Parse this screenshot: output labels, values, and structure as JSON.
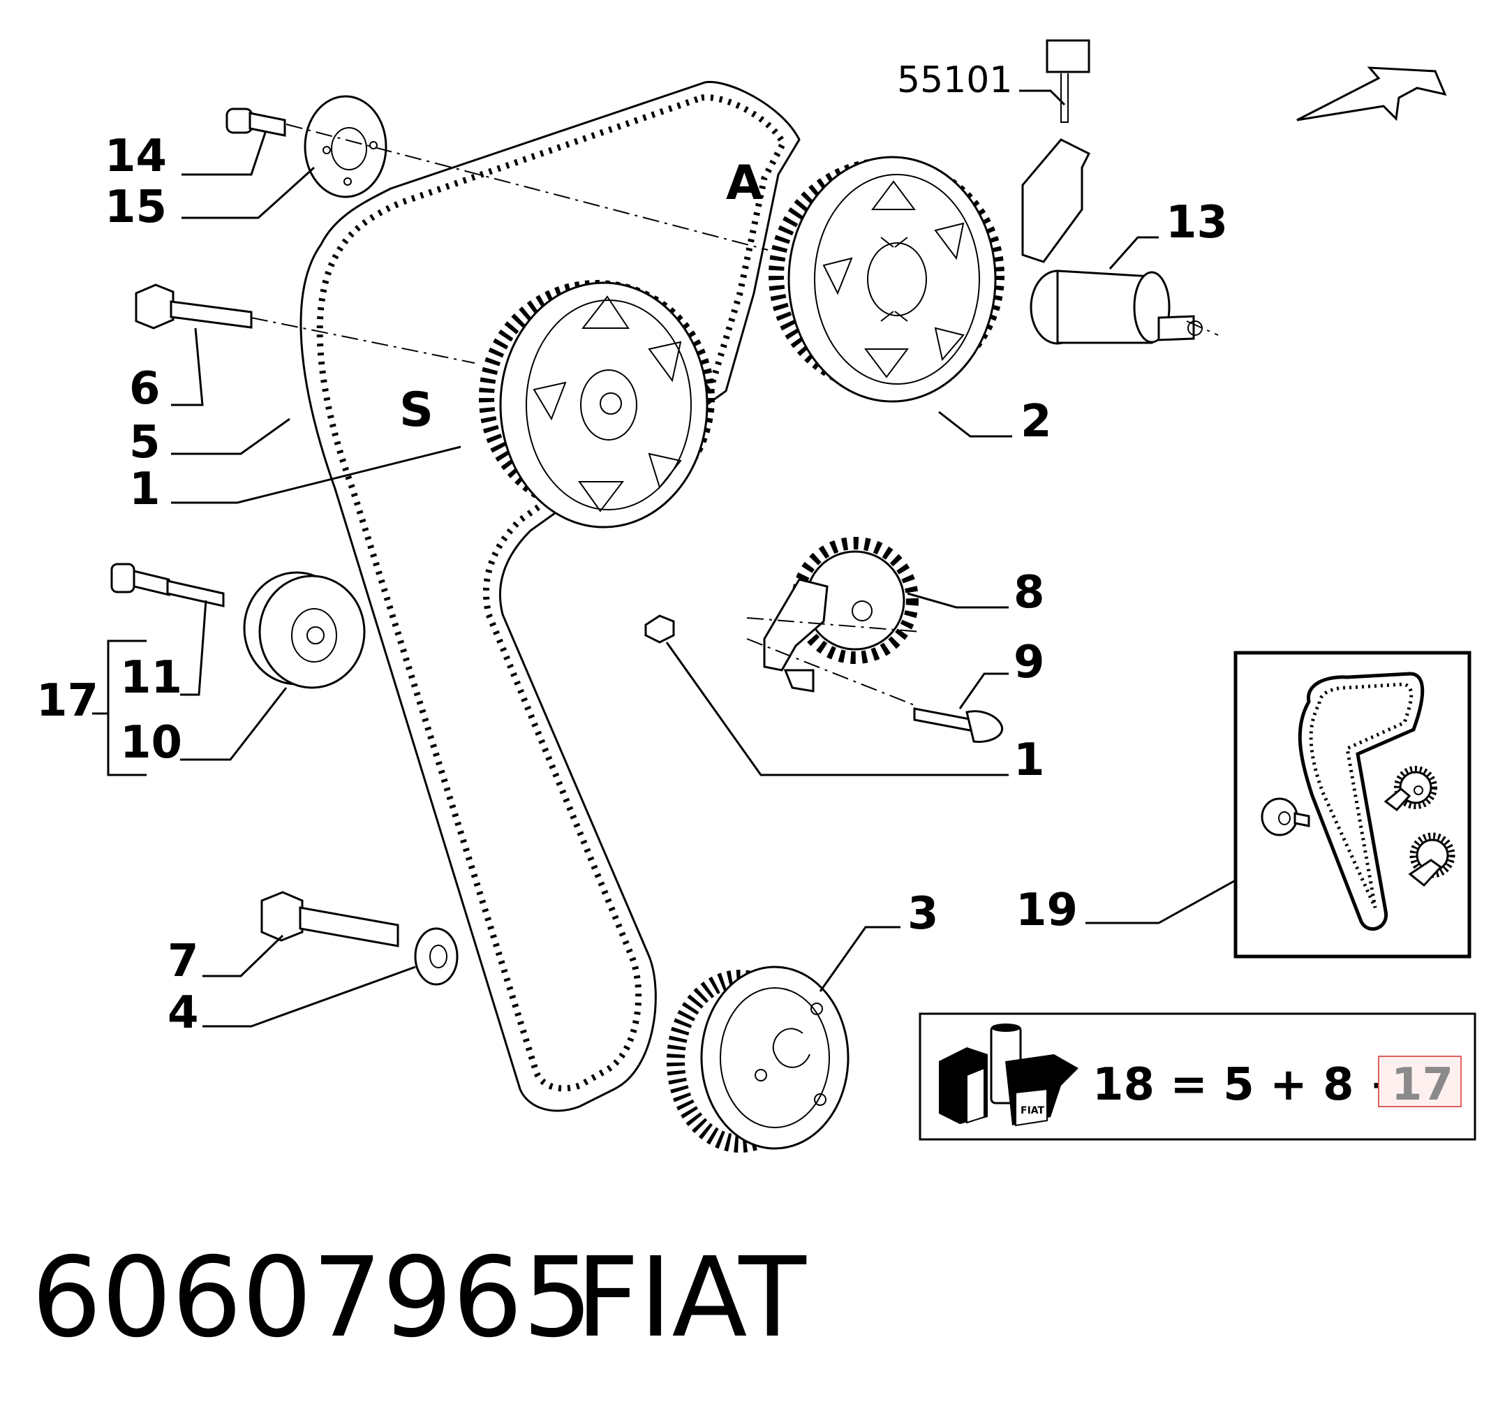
{
  "callouts": {
    "c55101": "55101",
    "c14": "14",
    "c15": "15",
    "c6": "6",
    "c5": "5",
    "c1_left": "1",
    "c13": "13",
    "c2": "2",
    "c8": "8",
    "c9": "9",
    "c1_mid": "1",
    "c17": "17",
    "c11": "11",
    "c10": "10",
    "c3": "3",
    "c19": "19",
    "c7": "7",
    "c4": "4"
  },
  "labels": {
    "pulley_exhaust": "A",
    "pulley_intake": "S"
  },
  "kit_box": {
    "formula_prefix": "18 = 5 + 8 +",
    "formula_highlight": "17",
    "logo_text": "FIAT"
  },
  "footer": {
    "part_number": "60607965",
    "brand": "FIAT"
  }
}
